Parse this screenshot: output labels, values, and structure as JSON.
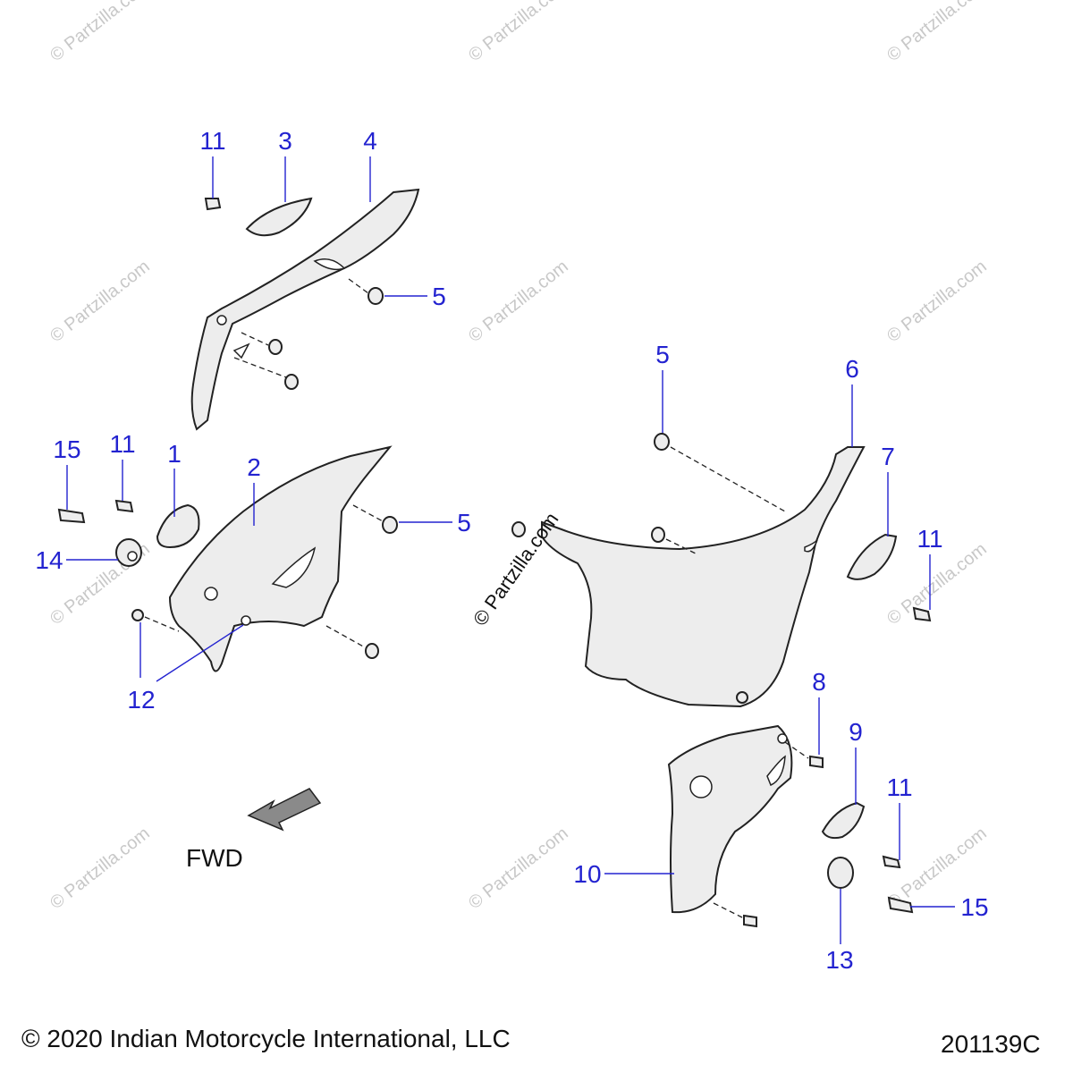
{
  "colors": {
    "callout": "#2323d0",
    "part_fill": "#ededed",
    "outline": "#222222",
    "arrow": "#8a8a8a",
    "watermark": "#c8c8c8"
  },
  "watermark_text": "© Partzilla.com",
  "callouts": [
    {
      "id": "c11a",
      "label": "11"
    },
    {
      "id": "c3",
      "label": "3"
    },
    {
      "id": "c4",
      "label": "4"
    },
    {
      "id": "c5a",
      "label": "5"
    },
    {
      "id": "c5b",
      "label": "5"
    },
    {
      "id": "c6",
      "label": "6"
    },
    {
      "id": "c15a",
      "label": "15"
    },
    {
      "id": "c11b",
      "label": "11"
    },
    {
      "id": "c1",
      "label": "1"
    },
    {
      "id": "c2",
      "label": "2"
    },
    {
      "id": "c5c",
      "label": "5"
    },
    {
      "id": "c7",
      "label": "7"
    },
    {
      "id": "c11c",
      "label": "11"
    },
    {
      "id": "c14",
      "label": "14"
    },
    {
      "id": "c12",
      "label": "12"
    },
    {
      "id": "c8",
      "label": "8"
    },
    {
      "id": "c9",
      "label": "9"
    },
    {
      "id": "c11d",
      "label": "11"
    },
    {
      "id": "c10",
      "label": "10"
    },
    {
      "id": "c15b",
      "label": "15"
    },
    {
      "id": "c13",
      "label": "13"
    }
  ],
  "direction_label": "FWD",
  "copyright": "© 2020 Indian Motorcycle International, LLC",
  "diagram_code": "201139C"
}
